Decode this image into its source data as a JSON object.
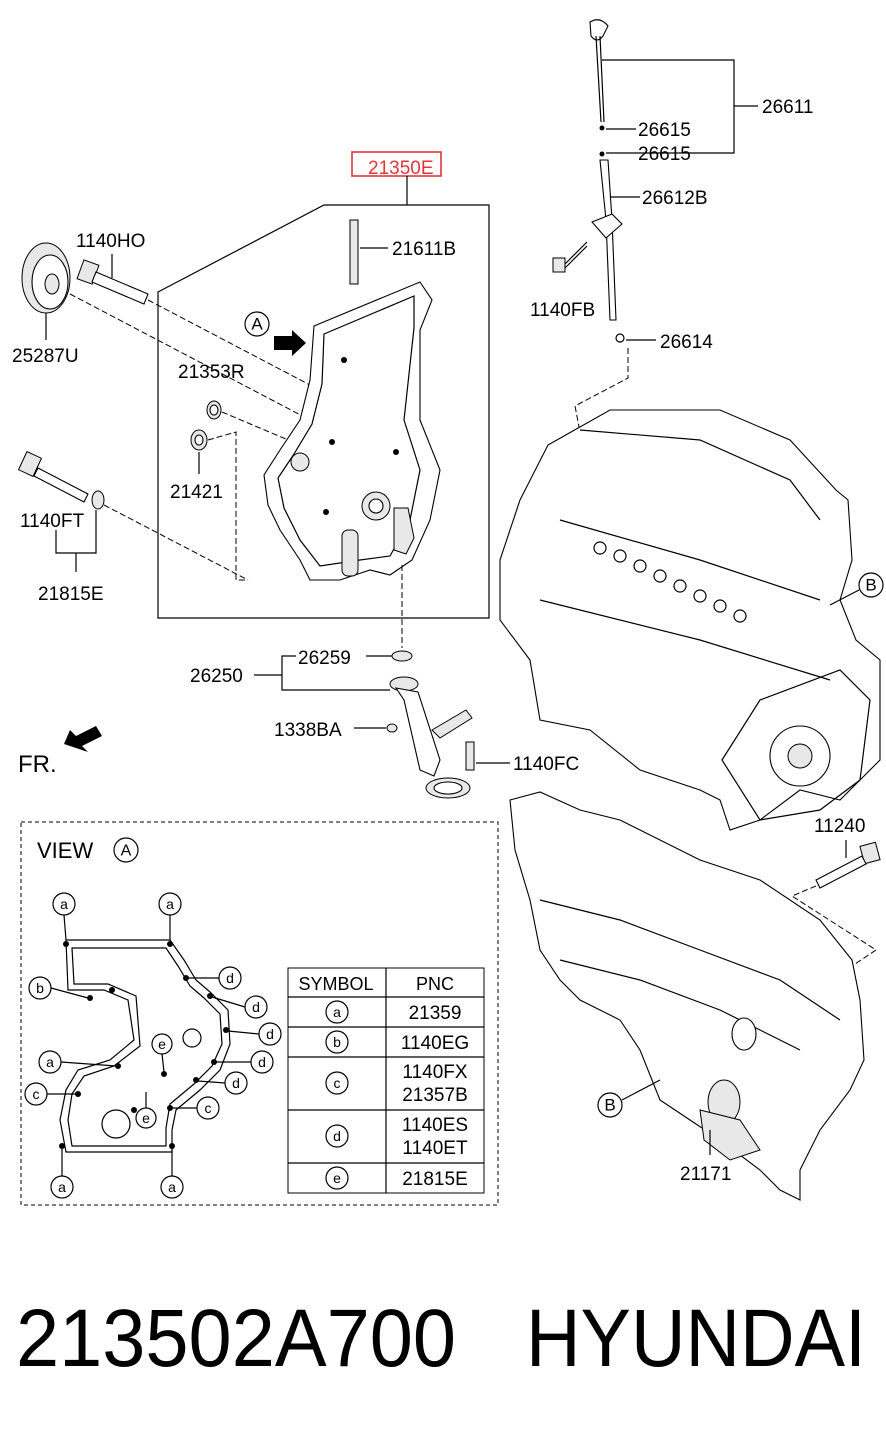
{
  "highlight": {
    "part_number": "21350E",
    "highlight_color": "#e0363b"
  },
  "labels": {
    "p26611": "26611",
    "p26615a": "26615",
    "p26615b": "26615",
    "p26612B": "26612B",
    "p1140FB": "1140FB",
    "p26614": "26614",
    "p1140HO": "1140HO",
    "p21611B": "21611B",
    "p25287U": "25287U",
    "p21353R": "21353R",
    "p21421": "21421",
    "p1140FT": "1140FT",
    "p21815E": "21815E",
    "p26259": "26259",
    "p26250": "26250",
    "p1338BA": "1338BA",
    "p1140FC": "1140FC",
    "p11240": "11240",
    "p21171": "21171",
    "fr": "FR.",
    "viewA_prefix": "VIEW",
    "callout_A": "A",
    "callout_B": "B"
  },
  "view_symbols": {
    "a": "a",
    "b": "b",
    "c": "c",
    "d": "d",
    "e": "e"
  },
  "table": {
    "headers": [
      "SYMBOL",
      "PNC"
    ],
    "rows": [
      {
        "symbol": "a",
        "pnc": [
          "21359"
        ]
      },
      {
        "symbol": "b",
        "pnc": [
          "1140EG"
        ]
      },
      {
        "symbol": "c",
        "pnc": [
          "1140FX",
          "21357B"
        ]
      },
      {
        "symbol": "d",
        "pnc": [
          "1140ES",
          "1140ET"
        ]
      },
      {
        "symbol": "e",
        "pnc": [
          "21815E"
        ]
      }
    ]
  },
  "footer": {
    "part_number": "213502A700",
    "brand": "HYUNDAI"
  }
}
